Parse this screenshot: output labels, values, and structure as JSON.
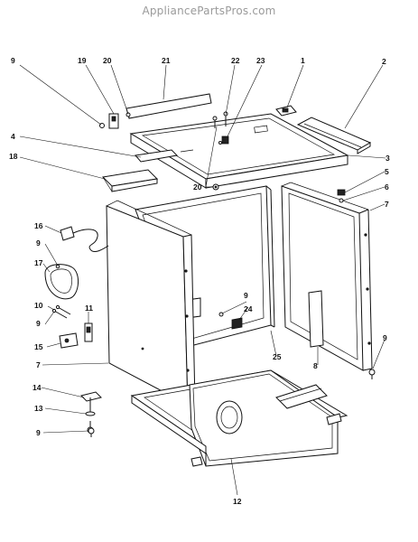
{
  "watermark": "AppliancePartsPros.com",
  "callouts": [
    {
      "id": "c9a",
      "label": "9"
    },
    {
      "id": "c19",
      "label": "19"
    },
    {
      "id": "c20a",
      "label": "20"
    },
    {
      "id": "c21",
      "label": "21"
    },
    {
      "id": "c22",
      "label": "22"
    },
    {
      "id": "c23",
      "label": "23"
    },
    {
      "id": "c1",
      "label": "1"
    },
    {
      "id": "c2",
      "label": "2"
    },
    {
      "id": "c4",
      "label": "4"
    },
    {
      "id": "c3",
      "label": "3"
    },
    {
      "id": "c18",
      "label": "18"
    },
    {
      "id": "c20b",
      "label": "20"
    },
    {
      "id": "c5",
      "label": "5"
    },
    {
      "id": "c6",
      "label": "6"
    },
    {
      "id": "c7a",
      "label": "7"
    },
    {
      "id": "c16",
      "label": "16"
    },
    {
      "id": "c9b",
      "label": "9"
    },
    {
      "id": "c17",
      "label": "17"
    },
    {
      "id": "c9c",
      "label": "9"
    },
    {
      "id": "c24",
      "label": "24"
    },
    {
      "id": "c10",
      "label": "10"
    },
    {
      "id": "c11",
      "label": "11"
    },
    {
      "id": "c9d",
      "label": "9"
    },
    {
      "id": "c15",
      "label": "15"
    },
    {
      "id": "c25",
      "label": "25"
    },
    {
      "id": "c9e",
      "label": "9"
    },
    {
      "id": "c7b",
      "label": "7"
    },
    {
      "id": "c8",
      "label": "8"
    },
    {
      "id": "c14",
      "label": "14"
    },
    {
      "id": "c13",
      "label": "13"
    },
    {
      "id": "c9f",
      "label": "9"
    },
    {
      "id": "c12",
      "label": "12"
    }
  ]
}
